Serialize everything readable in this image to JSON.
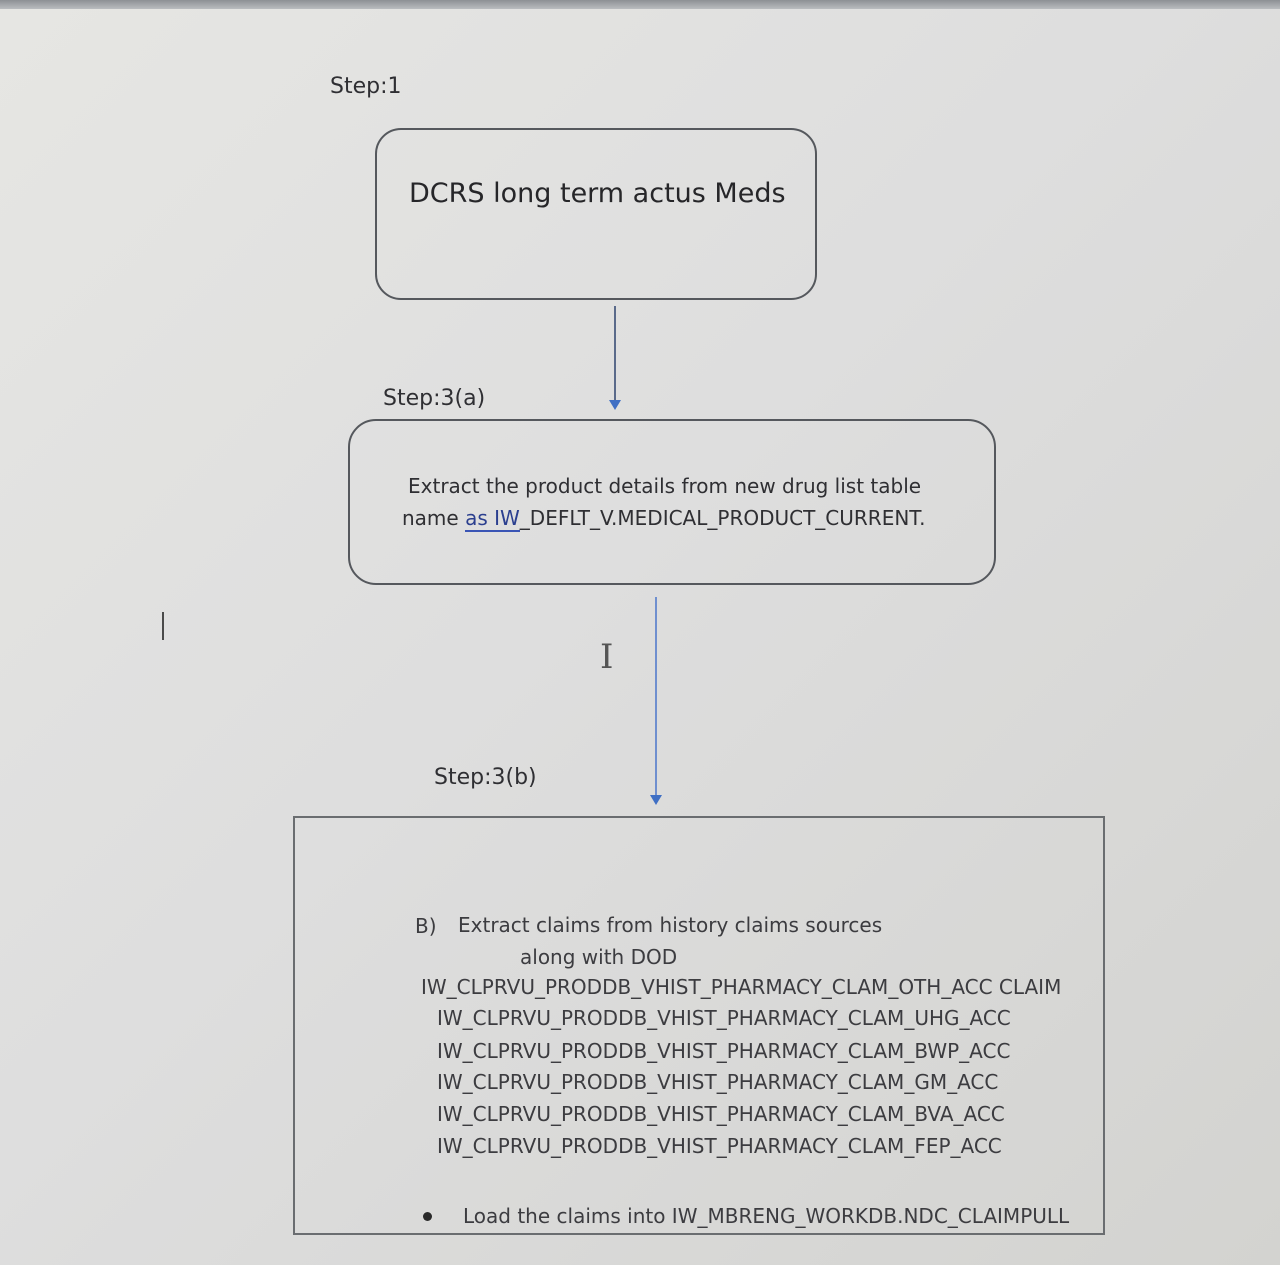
{
  "step1": {
    "label": "Step:1",
    "box_text": "DCRS long term actus Meds"
  },
  "step3a": {
    "label": "Step:3(a)",
    "line1": "Extract the product details from new drug list table",
    "line2_pre": "name ",
    "line2_link": "as IW",
    "line2_post": "_DEFLT_V.MEDICAL_PRODUCT_CURRENT."
  },
  "step3b": {
    "label": "Step:3(b)",
    "item_marker": "B)",
    "item_text": "Extract  claims from history claims sources",
    "item_text2": "along with DOD",
    "tables": [
      "IW_CLPRVU_PRODDB_VHIST_PHARMACY_CLAM_OTH_ACC CLAIM",
      "IW_CLPRVU_PRODDB_VHIST_PHARMACY_CLAM_UHG_ACC",
      "IW_CLPRVU_PRODDB_VHIST_PHARMACY_CLAM_BWP_ACC",
      "IW_CLPRVU_PRODDB_VHIST_PHARMACY_CLAM_GM_ACC",
      "IW_CLPRVU_PRODDB_VHIST_PHARMACY_CLAM_BVA_ACC",
      "IW_CLPRVU_PRODDB_VHIST_PHARMACY_CLAM_FEP_ACC"
    ],
    "bullet_text": "Load the claims into  IW_MBRENG_WORKDB.NDC_CLAIMPULL"
  },
  "cursor_glyph": "I",
  "colors": {
    "arrow": "#3f6fc4",
    "box_border": "#55585d"
  }
}
